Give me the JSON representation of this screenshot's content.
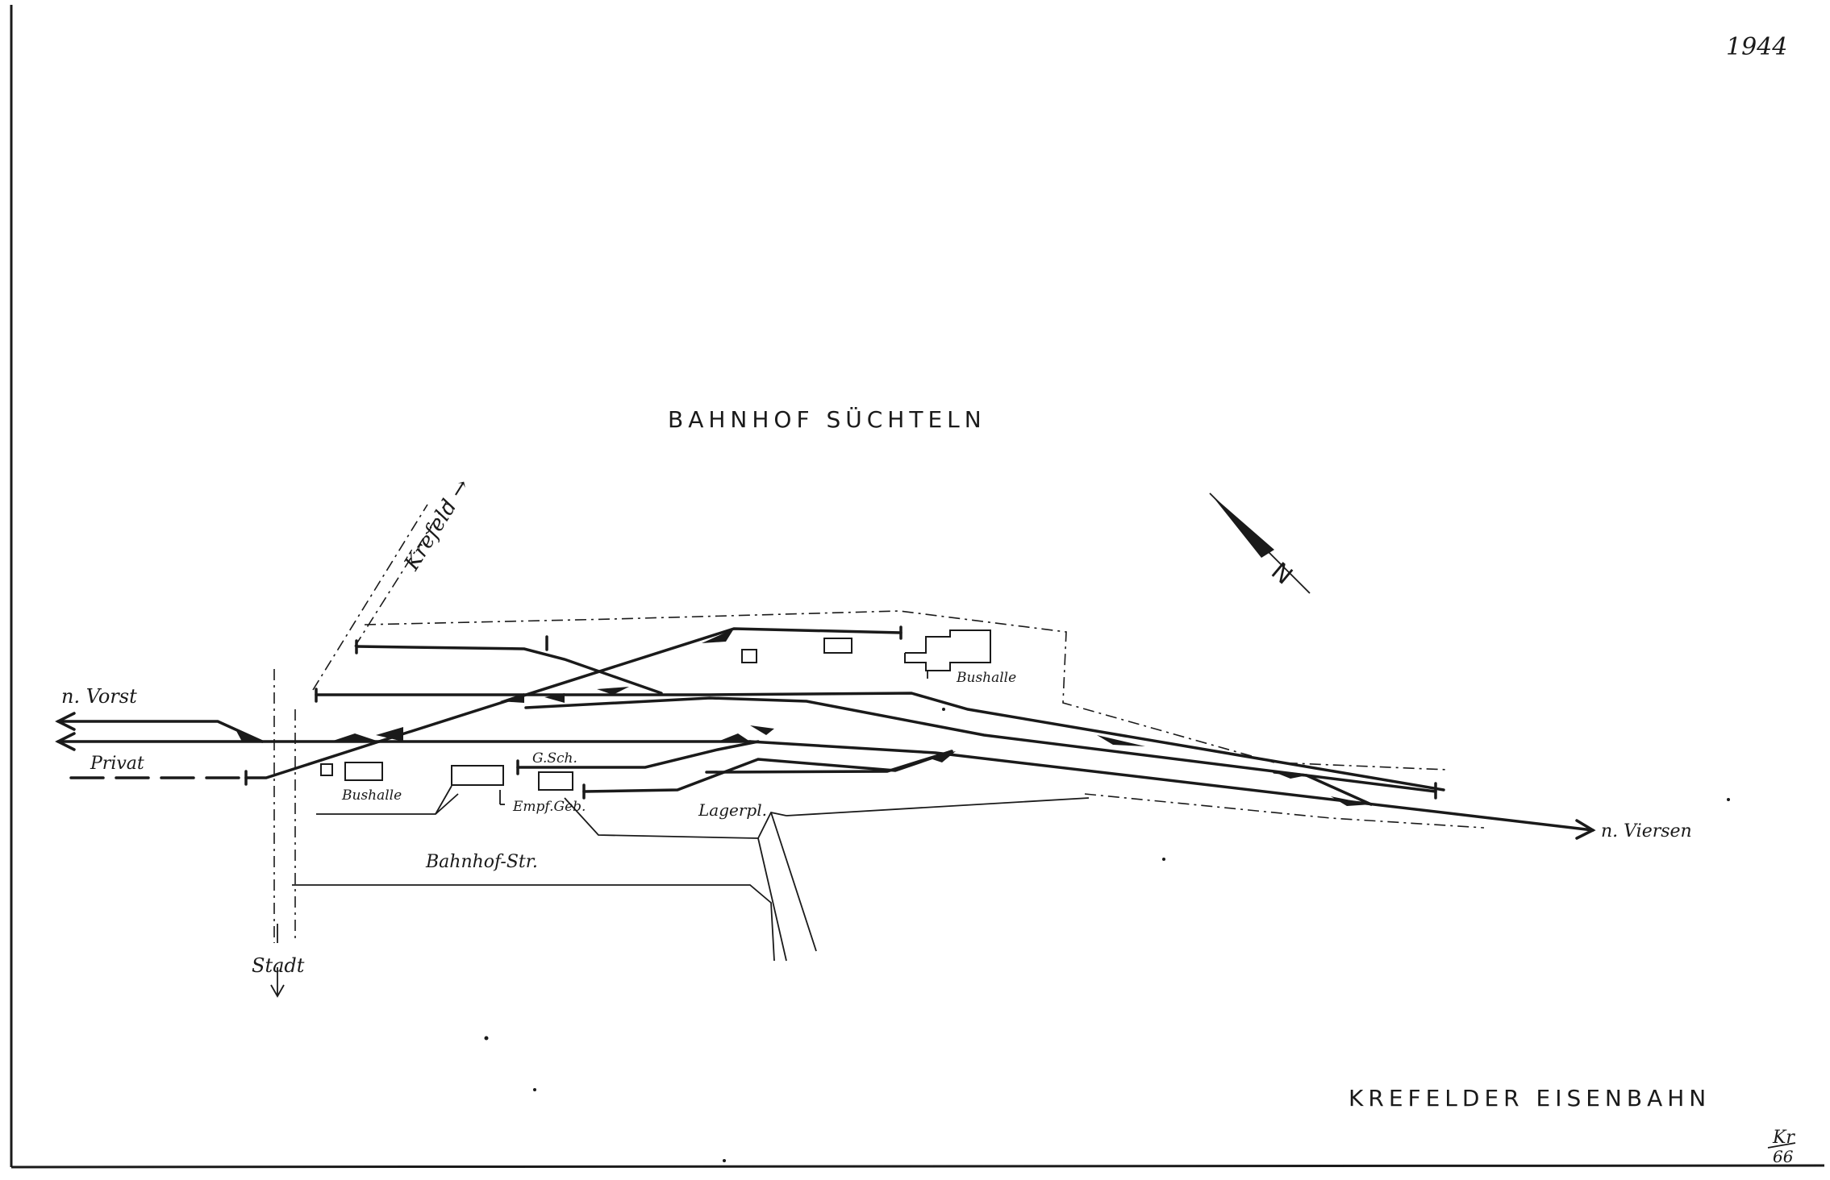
{
  "year": "1944",
  "title": "BAHNHOF SÜCHTELN",
  "publisher": "KREFELDER EISENBAHN",
  "sheet_mark": {
    "top": "Kr",
    "bottom": "66"
  },
  "labels": {
    "krefeld": "Krefeld →",
    "vorst": "n. Vorst",
    "privat": "Privat",
    "viersen": "n. Viersen",
    "stadt": "Stadt",
    "bushalle_upper": "Bushalle",
    "bushalle_lower": "Bushalle",
    "gueterschuppen": "G.Sch.",
    "empfangsgebaeude": "Empf.Geb.",
    "lagerplatz": "Lagerpl.",
    "bahnhofstrasse": "Bahnhof-Str."
  },
  "north_arrow": {
    "label": "N"
  }
}
